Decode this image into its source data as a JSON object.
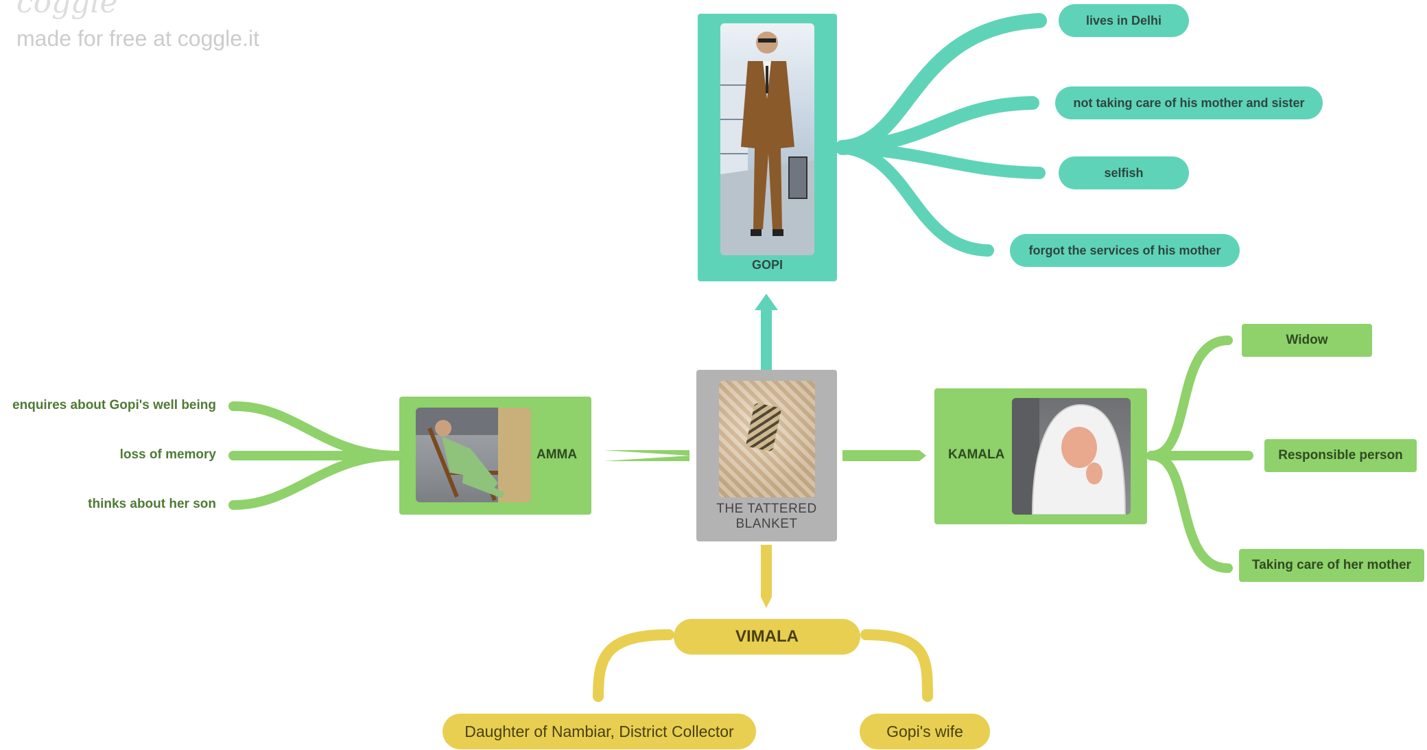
{
  "branding": {
    "logo": "coggle",
    "tagline": "made for free at coggle.it"
  },
  "colors": {
    "center": "#b3b3b3",
    "gopi_branch": "#5fd3b8",
    "green_branch": "#8fd16a",
    "yellow_branch": "#e8cf52"
  },
  "center": {
    "title": "THE TATTERED BLANKET",
    "title_line1": "THE TATTERED",
    "title_line2": "BLANKET"
  },
  "gopi": {
    "label": "GOPI",
    "traits": [
      "lives in Delhi",
      "not taking care of his mother and sister",
      "selfish",
      "forgot the services of his mother"
    ]
  },
  "amma": {
    "label": "AMMA",
    "traits": [
      "enquires about Gopi's well being",
      "loss of memory",
      "thinks about her son"
    ]
  },
  "kamala": {
    "label": "KAMALA",
    "traits": [
      "Widow",
      "Responsible person",
      "Taking care of her mother"
    ]
  },
  "vimala": {
    "label": "VIMALA",
    "traits": [
      "Daughter of Nambiar, District Collector",
      "Gopi's wife"
    ]
  }
}
